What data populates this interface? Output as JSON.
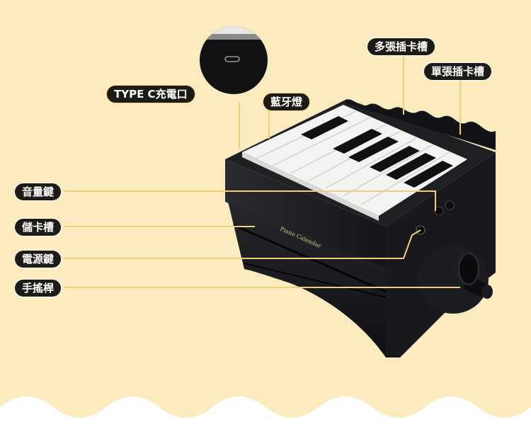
{
  "labels": {
    "type_c": "TYPE C充電口",
    "bluetooth_light": "藍牙燈",
    "multi_slot": "多張插卡槽",
    "single_slot": "單張插卡槽",
    "volume_key": "音量鍵",
    "card_slot": "儲卡槽",
    "power_key": "電源鍵",
    "hand_crank": "手搖桿"
  },
  "product": {
    "brand": "Piano Calendar"
  },
  "colors": {
    "background": "#fcebbf",
    "label_bg": "#1d1b16",
    "leader_line": "#f0cf7b",
    "wave": "#ffffff"
  }
}
